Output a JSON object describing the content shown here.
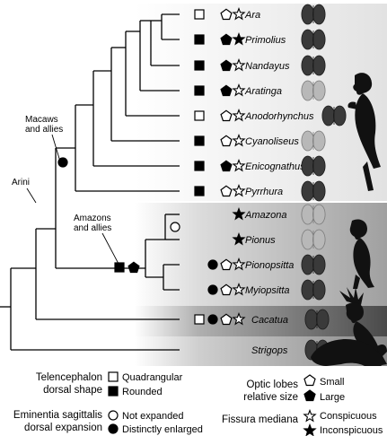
{
  "taxa": [
    {
      "name": "Ara",
      "telencephalon": "quadrangular",
      "eminentia": null,
      "optic": "small",
      "fissura": "conspicuous",
      "brain_tone": "dark"
    },
    {
      "name": "Primolius",
      "telencephalon": "rounded",
      "eminentia": null,
      "optic": "large",
      "fissura": "inconspicuous",
      "brain_tone": "dark"
    },
    {
      "name": "Nandayus",
      "telencephalon": "rounded",
      "eminentia": null,
      "optic": "large",
      "fissura": "conspicuous",
      "brain_tone": "dark"
    },
    {
      "name": "Aratinga",
      "telencephalon": "rounded",
      "eminentia": null,
      "optic": "large",
      "fissura": "conspicuous",
      "brain_tone": "light"
    },
    {
      "name": "Anodorhynchus",
      "telencephalon": "quadrangular",
      "eminentia": null,
      "optic": "small",
      "fissura": "conspicuous",
      "brain_tone": "dark"
    },
    {
      "name": "Cyanoliseus",
      "telencephalon": "rounded",
      "eminentia": null,
      "optic": "small",
      "fissura": "conspicuous",
      "brain_tone": "light"
    },
    {
      "name": "Enicognathus",
      "telencephalon": "rounded",
      "eminentia": null,
      "optic": "large",
      "fissura": "conspicuous",
      "brain_tone": "dark"
    },
    {
      "name": "Pyrrhura",
      "telencephalon": "rounded",
      "eminentia": null,
      "optic": "small",
      "fissura": "conspicuous",
      "brain_tone": "dark"
    },
    {
      "name": "Amazona",
      "telencephalon": null,
      "eminentia": null,
      "optic": null,
      "fissura": "inconspicuous",
      "brain_tone": "light"
    },
    {
      "name": "Pionus",
      "telencephalon": null,
      "eminentia": null,
      "optic": null,
      "fissura": "inconspicuous",
      "brain_tone": "light"
    },
    {
      "name": "Pionopsitta",
      "telencephalon": null,
      "eminentia": "enlarged",
      "optic": "small",
      "fissura": "conspicuous",
      "brain_tone": "dark"
    },
    {
      "name": "Myiopsitta",
      "telencephalon": null,
      "eminentia": "enlarged",
      "optic": "small",
      "fissura": "conspicuous",
      "brain_tone": "dark"
    },
    {
      "name": "Cacatua",
      "telencephalon": "quadrangular",
      "eminentia": "enlarged",
      "optic": "small",
      "fissura": "conspicuous",
      "brain_tone": "dark"
    },
    {
      "name": "Strigops",
      "telencephalon": null,
      "eminentia": null,
      "optic": null,
      "fissura": null,
      "brain_tone": "dark"
    }
  ],
  "clade_labels": {
    "macaws": [
      "Macaws",
      "and allies"
    ],
    "amazons": [
      "Amazons",
      "and allies"
    ],
    "arini": "Arini"
  },
  "legend": {
    "telencephalon_title": [
      "Telencephalon",
      "dorsal shape"
    ],
    "quadrangular": "Quadrangular",
    "rounded": "Rounded",
    "eminentia_title": [
      "Eminentia sagittalis",
      "dorsal expansion"
    ],
    "not_expanded": "Not expanded",
    "enlarged": "Distinctly enlarged",
    "optic_title": [
      "Optic lobes",
      "relative size"
    ],
    "small": "Small",
    "large": "Large",
    "fissura_title": "Fissura mediana",
    "conspicuous": "Conspicuous",
    "inconspicuous": "Inconspicuous"
  },
  "colors": {
    "arini_band": "#e6e6e6",
    "amazon_band": "#a8a8a8",
    "cacatua_band": "#5a5a5a",
    "strigops_band": "#8a8a8a",
    "brain_dark": "#3a3a3a",
    "brain_light": "#b8b8b8",
    "silhouette": "#111111"
  }
}
